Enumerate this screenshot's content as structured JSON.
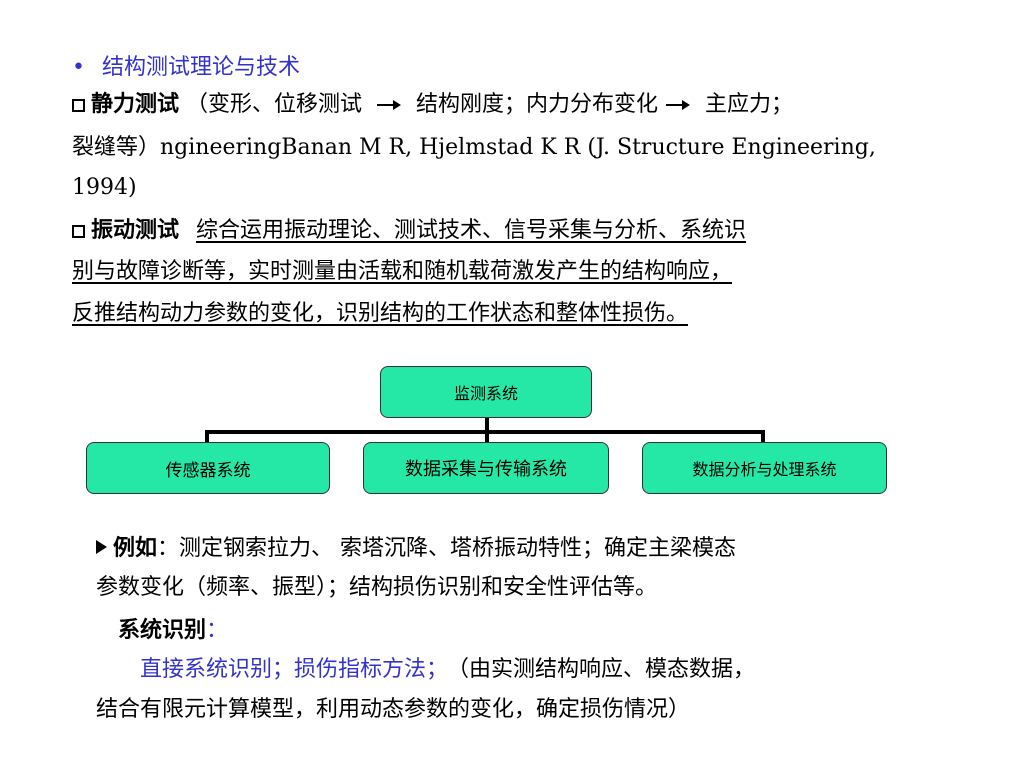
{
  "bullet_title": "结构测试理论与技术",
  "bullet_dot": "•",
  "static": {
    "label": "静力测试",
    "text_a": "（变形、位移测试",
    "text_b": "结构刚度；内力分布变化",
    "text_c": "主应力；",
    "line2": "裂缝等）ngineeringBanan M R, Hjelmstad K R (J. Structure Engineering,",
    "line3": "1994)"
  },
  "vibration": {
    "label": "振动测试",
    "line1": "综合运用振动理论、测试技术、信号采集与分析、系统识",
    "line2": "别与故障诊断等，实时测量由活载和随机载荷激发产生的结构响应，",
    "line3": "反推结构动力参数的变化，识别结构的工作状态和整体性损伤。"
  },
  "diagram": {
    "root": "监测系统",
    "children": [
      "传感器系统",
      "数据采集与传输系统",
      "数据分析与处理系统"
    ]
  },
  "example": {
    "label": "例如",
    "colon": "：",
    "line1": "测定钢索拉力、 索塔沉降、塔桥振动特性；确定主梁模态",
    "line2": "参数变化（频率、振型）；结构损伤识别和安全性评估等。"
  },
  "sysid": {
    "label": "系统识别",
    "colon": "：",
    "methods": "直接系统识别；损伤指标方法；",
    "desc1": "（由实测结构响应、模态数据，",
    "desc2": "结合有限元计算模型，利用动态参数的变化，确定损伤情况）"
  }
}
